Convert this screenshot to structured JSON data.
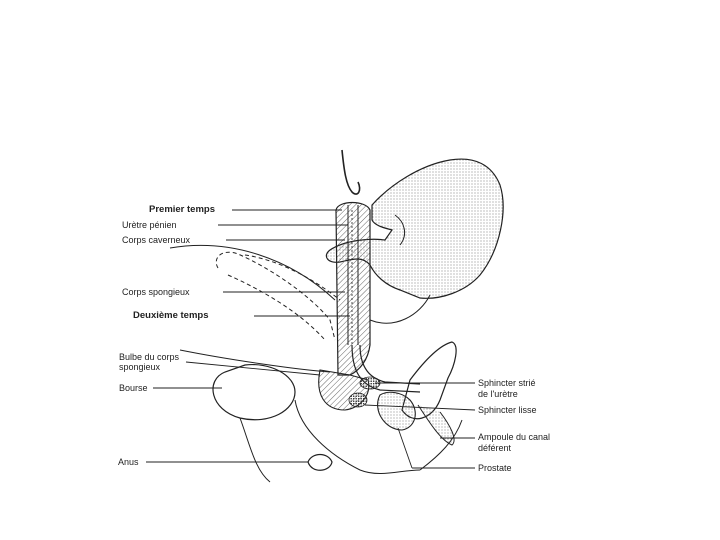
{
  "labels": {
    "premier_temps": "Premier temps",
    "uretre_penien": "Urètre pénien",
    "corps_caverneux": "Corps caverneux",
    "corps_spongieux": "Corps spongieux",
    "deuxieme_temps": "Deuxième temps",
    "bulbe_line1": "Bulbe du corps",
    "bulbe_line2": "spongieux",
    "bourse": "Bourse",
    "anus": "Anus",
    "sphincter_strie_line1": "Sphincter strié",
    "sphincter_strie_line2": "de l'urètre",
    "sphincter_lisse": "Sphincter lisse",
    "ampoule_line1": "Ampoule du canal",
    "ampoule_line2": "déférent",
    "prostate": "Prostate"
  },
  "colors": {
    "ink": "#222222",
    "hatch": "#555555",
    "background": "#ffffff"
  }
}
